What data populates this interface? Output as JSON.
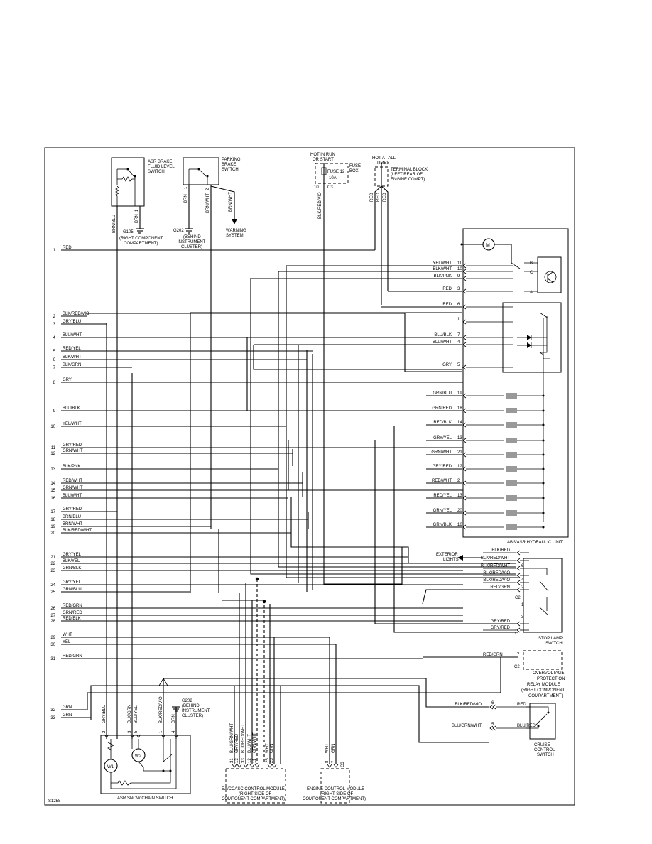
{
  "diagram_id": "S1258",
  "components": {
    "asr_brake_fluid": [
      "ASR BRAKE",
      "FLUID LEVEL",
      "SWITCH"
    ],
    "parking_brake": [
      "PARKING",
      "BRAKE",
      "SWITCH"
    ],
    "hot_in_run": [
      "HOT IN RUN",
      "OR START"
    ],
    "fuse": [
      "FUSE 12",
      "10A"
    ],
    "fuse_box": [
      "FUSE",
      "BOX"
    ],
    "hot_at_all": [
      "HOT AT ALL",
      "TIMES"
    ],
    "terminal_block": [
      "TERMINAL BLOCK",
      "(LEFT REAR OF",
      "ENGINE COMPT)"
    ],
    "warning_system": [
      "WARNING",
      "SYSTEM"
    ],
    "g105": [
      "G105",
      "(RIGHT COMPONENT",
      "COMPARTMENT)"
    ],
    "g202_top": [
      "G202",
      "(BEHIND",
      "INSTRUMENT",
      "CLUSTER)"
    ],
    "g202_bottom": [
      "G202",
      "(BEHIND",
      "INSTRUMENT",
      "CLUSTER)"
    ],
    "abs_unit": "ABS/ASR HYDRAULIC UNIT",
    "exterior_lights": [
      "EXTERIOR",
      "LIGHTS"
    ],
    "stop_lamp": [
      "STOP LAMP",
      "SWITCH"
    ],
    "overvoltage": [
      "OVERVOLTAGE",
      "PROTECTION",
      "RELAY MODULE",
      "(RIGHT COMPONENT",
      "COMPARTMENT)"
    ],
    "cruise": [
      "CRUISE",
      "CONTROL",
      "SWITCH"
    ],
    "asr_snow": "ASR SNOW CHAIN SWITCH",
    "eacc_module": [
      "EA/CCASC CONTROL MODULE",
      "(RIGHT SIDE OF",
      "COMPONENT COMPARTMENT)"
    ],
    "ecm": [
      "ENGINE CONTROL MODULE",
      "(RIGHT SIDE OF",
      "COMPONENT COMPARTMENT)"
    ]
  },
  "left_pins": [
    {
      "n": "1",
      "w": "RED"
    },
    {
      "n": "2",
      "w": "BLK/RED/VIO"
    },
    {
      "n": "3",
      "w": "GRY/BLU"
    },
    {
      "n": "4",
      "w": "BLU/WHT"
    },
    {
      "n": "5",
      "w": "RED/YEL"
    },
    {
      "n": "6",
      "w": "BLK/WHT"
    },
    {
      "n": "7",
      "w": "BLK/GRN"
    },
    {
      "n": "8",
      "w": "GRY"
    },
    {
      "n": "9",
      "w": "BLU/BLK"
    },
    {
      "n": "10",
      "w": "YEL/WHT"
    },
    {
      "n": "11",
      "w": "GRY/RED"
    },
    {
      "n": "12",
      "w": "GRN/WHT"
    },
    {
      "n": "13",
      "w": "BLK/PNK"
    },
    {
      "n": "14",
      "w": "RED/WHT"
    },
    {
      "n": "15",
      "w": "GRN/WHT"
    },
    {
      "n": "16",
      "w": "BLU/WHT"
    },
    {
      "n": "17",
      "w": "GRY/RED"
    },
    {
      "n": "18",
      "w": "BRN/BLU"
    },
    {
      "n": "19",
      "w": "BRN/WHT"
    },
    {
      "n": "20",
      "w": "BLK/RED/WHT"
    },
    {
      "n": "21",
      "w": "GRY/YEL"
    },
    {
      "n": "22",
      "w": "BLK/YEL"
    },
    {
      "n": "23",
      "w": "GRN/BLK"
    },
    {
      "n": "24",
      "w": "GRY/YEL"
    },
    {
      "n": "25",
      "w": "GRN/BLU"
    },
    {
      "n": "26",
      "w": "RED/GRN"
    },
    {
      "n": "27",
      "w": "GRN/RED"
    },
    {
      "n": "28",
      "w": "RED/BLK"
    },
    {
      "n": "29",
      "w": "WHT"
    },
    {
      "n": "30",
      "w": "YEL"
    },
    {
      "n": "31",
      "w": "RED/GRN"
    },
    {
      "n": "32",
      "w": "GRN"
    },
    {
      "n": "33",
      "w": "GRN"
    }
  ],
  "abs_top_pins": [
    {
      "n": "11",
      "w": "YEL/WHT"
    },
    {
      "n": "10",
      "w": "BLK/WHT"
    },
    {
      "n": "9",
      "w": "BLK/PNK"
    },
    {
      "n": "3",
      "w": "RED"
    },
    {
      "n": "6",
      "w": "RED"
    },
    {
      "n": "1",
      "w": ""
    },
    {
      "n": "7",
      "w": "BLU/BLK"
    },
    {
      "n": "4",
      "w": "BLU/WHT"
    },
    {
      "n": "5",
      "w": "GRY"
    }
  ],
  "abs_coil_pins": [
    {
      "n": "19",
      "w": "GRN/BLU"
    },
    {
      "n": "18",
      "w": "GRN/RED"
    },
    {
      "n": "14",
      "w": "RED/BLK"
    },
    {
      "n": "13",
      "w": "GRY/YEL"
    },
    {
      "n": "21",
      "w": "GRN/WHT"
    },
    {
      "n": "12",
      "w": "GRY/RED"
    },
    {
      "n": "2",
      "w": "RED/WHT"
    },
    {
      "n": "13",
      "w": "RED/YEL"
    },
    {
      "n": "20",
      "w": "GRN/YEL"
    },
    {
      "n": "16",
      "w": "GRN/BLK"
    }
  ],
  "motor_letters": [
    "B",
    "C",
    "A"
  ],
  "stop_lamp_wires": [
    "BLK/RED",
    "BLK/RED/WHT",
    "BLK/RED/WHT",
    "BLK/RED/VIO",
    "BLK/RED/VIO",
    "RED/GRN",
    "GRY/RED",
    "GRY/RED"
  ],
  "stop_lamp_pins": [
    "6",
    "4",
    "2",
    "1",
    "3"
  ],
  "stop_lamp_conn": [
    "C2",
    "C1"
  ],
  "overvoltage_wire": "RED/GRN",
  "overvoltage_pin": "7",
  "overvoltage_conn": "C2",
  "cruise_wires": [
    {
      "pin": "6",
      "w": "BLK/RED/VIO",
      "out": "RED"
    },
    {
      "pin": "5",
      "w": "BLU/GRN/WHT",
      "out": "BLU/RED"
    }
  ],
  "top_wires": {
    "asr_fluid": [
      {
        "w": "BRN/BLU",
        "n": ""
      },
      {
        "w": "BRN",
        "n": "1"
      }
    ],
    "parking": [
      {
        "w": "BRN",
        "n": "1"
      },
      {
        "w": "BRN/WHT",
        "n": ""
      },
      {
        "w": "BRN/WHT",
        "n": "2"
      }
    ],
    "fuse_out": {
      "w": "BLK/RED/VIO",
      "n": "10",
      "c": "C3"
    },
    "terminal": [
      "RED",
      "RED",
      "RED"
    ]
  },
  "snow_pins": [
    {
      "n": "2",
      "w": "GRY/BLU"
    },
    {
      "n": "3",
      "w": "BLK/GRN"
    },
    {
      "n": "5",
      "w": "BLU/YEL"
    },
    {
      "n": "1",
      "w": "BLK/RED/VIO"
    },
    {
      "n": "4",
      "w": "BRN"
    }
  ],
  "eacc_pins": [
    {
      "n": "31",
      "w": "BLU/GRN/WHT"
    },
    {
      "n": "13",
      "w": "GRY/RED"
    },
    {
      "n": "33",
      "w": "BLK/RED/WHT"
    },
    {
      "n": "12",
      "w": "BLU/WHT"
    },
    {
      "n": "11",
      "w": "GRN/WHT"
    },
    {
      "n": "25",
      "w": "WHT"
    },
    {
      "n": "23",
      "w": "GRN"
    }
  ],
  "ecm_pins": [
    {
      "n": "8",
      "w": "WHT"
    },
    {
      "n": "7",
      "w": "GRN"
    }
  ],
  "ecm_conn": "C3"
}
